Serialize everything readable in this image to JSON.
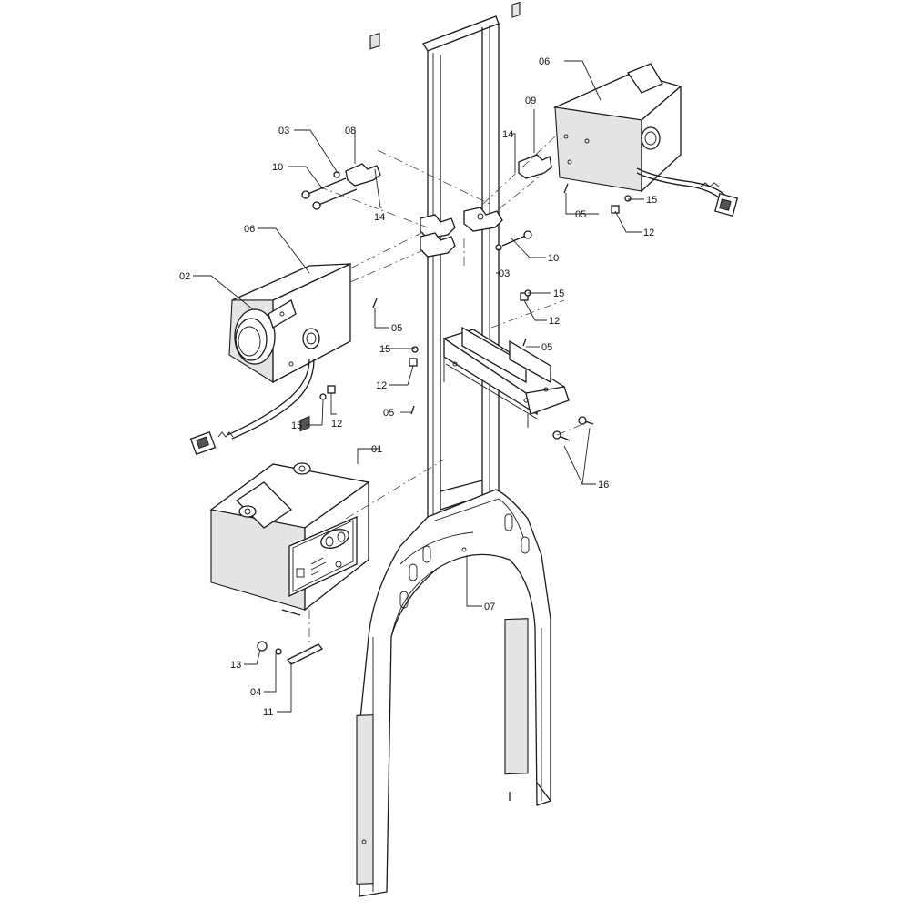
{
  "callouts": [
    {
      "id": "c01a",
      "label": "01"
    },
    {
      "id": "c02a",
      "label": "02"
    },
    {
      "id": "c03a",
      "label": "03"
    },
    {
      "id": "c03b",
      "label": "03"
    },
    {
      "id": "c04a",
      "label": "04"
    },
    {
      "id": "c05a",
      "label": "05"
    },
    {
      "id": "c05b",
      "label": "05"
    },
    {
      "id": "c05c",
      "label": "05"
    },
    {
      "id": "c05d",
      "label": "05"
    },
    {
      "id": "c06a",
      "label": "06"
    },
    {
      "id": "c06b",
      "label": "06"
    },
    {
      "id": "c07a",
      "label": "07"
    },
    {
      "id": "c08a",
      "label": "08"
    },
    {
      "id": "c09a",
      "label": "09"
    },
    {
      "id": "c10a",
      "label": "10"
    },
    {
      "id": "c10b",
      "label": "10"
    },
    {
      "id": "c11a",
      "label": "11"
    },
    {
      "id": "c12a",
      "label": "12"
    },
    {
      "id": "c12b",
      "label": "12"
    },
    {
      "id": "c12c",
      "label": "12"
    },
    {
      "id": "c12d",
      "label": "12"
    },
    {
      "id": "c13a",
      "label": "13"
    },
    {
      "id": "c14a",
      "label": "14"
    },
    {
      "id": "c14b",
      "label": "14"
    },
    {
      "id": "c15a",
      "label": "15"
    },
    {
      "id": "c15b",
      "label": "15"
    },
    {
      "id": "c15c",
      "label": "15"
    },
    {
      "id": "c15d",
      "label": "15"
    },
    {
      "id": "c16a",
      "label": "16"
    }
  ]
}
